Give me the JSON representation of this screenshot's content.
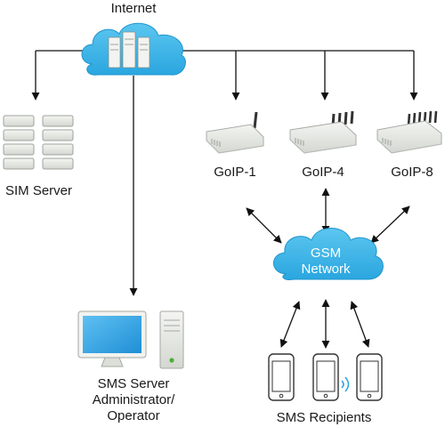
{
  "labels": {
    "internet": "Internet",
    "sim_server": "SIM Server",
    "goip_1": "GoIP-1",
    "goip_4": "GoIP-4",
    "goip_8": "GoIP-8",
    "gsm_line1": "GSM",
    "gsm_line2": "Network",
    "sms_admin_line1": "SMS Server",
    "sms_admin_line2": "Administrator/",
    "sms_admin_line3": "Operator",
    "sms_recipients": "SMS Recipients"
  },
  "colors": {
    "cloud_fill": "#3fb6e6",
    "cloud_edge": "#1e95cc",
    "line": "#111111",
    "device_body": "#e9ebe7",
    "device_shade": "#c9ccc6",
    "monitor_screen": "#2aa3e6",
    "led_green": "#4caf3c"
  },
  "icons": {
    "internet_cloud": "cloud-with-servers-icon",
    "sim_server": "sim-server-rack-icon",
    "goip_device": "voip-gateway-icon",
    "gsm_cloud": "cloud-icon",
    "desktop": "desktop-computer-icon",
    "phone": "mobile-phone-icon",
    "signal": "wireless-signal-icon"
  }
}
